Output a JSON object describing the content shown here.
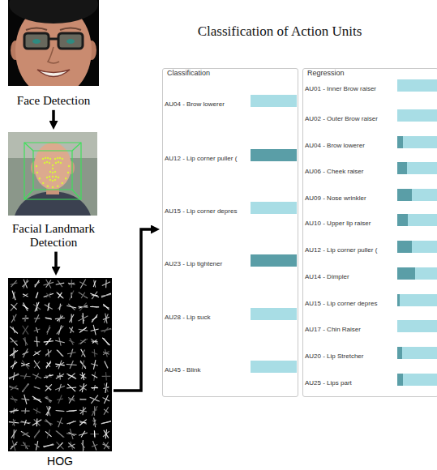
{
  "diagram": {
    "title": "Classification of Action Units",
    "nodes": [
      {
        "text": [
          "Face Detection"
        ]
      },
      {
        "text": [
          "Facial Landmark Detection"
        ]
      },
      {
        "text": [
          "HOG"
        ]
      },
      {
        "text": [
          "Classification"
        ]
      },
      {
        "text": [
          "Regression"
        ]
      }
    ],
    "edges": [
      {
        "from": 0,
        "to": 1,
        "arrow": "to"
      },
      {
        "from": 1,
        "to": 2,
        "arrow": "to"
      },
      {
        "from": 2,
        "to": 3,
        "arrow": "to"
      }
    ],
    "labels": [
      "AU04 - Brow lowerer",
      "AU12 - Lip corner puller (",
      "AU15 - Lip corner depres",
      "AU23 - Lip tightener",
      "AU28 - Lip suck",
      "AU45 - Blink",
      "AU01 - Inner Brow raiser",
      "AU02 - Outer Brow raiser",
      "AU04 - Brow lowerer",
      "AU06 - Cheek raiser",
      "AU09 - Nose wrinkler",
      "AU10 - Upper lip raiser",
      "AU12 - Lip corner puller (",
      "AU14 - Dimpler",
      "AU15 - Lip corner depres",
      "AU17 - Chin Raiser",
      "AU20 - Lip Stretcher",
      "AU25 - Lips part"
    ]
  }
}
